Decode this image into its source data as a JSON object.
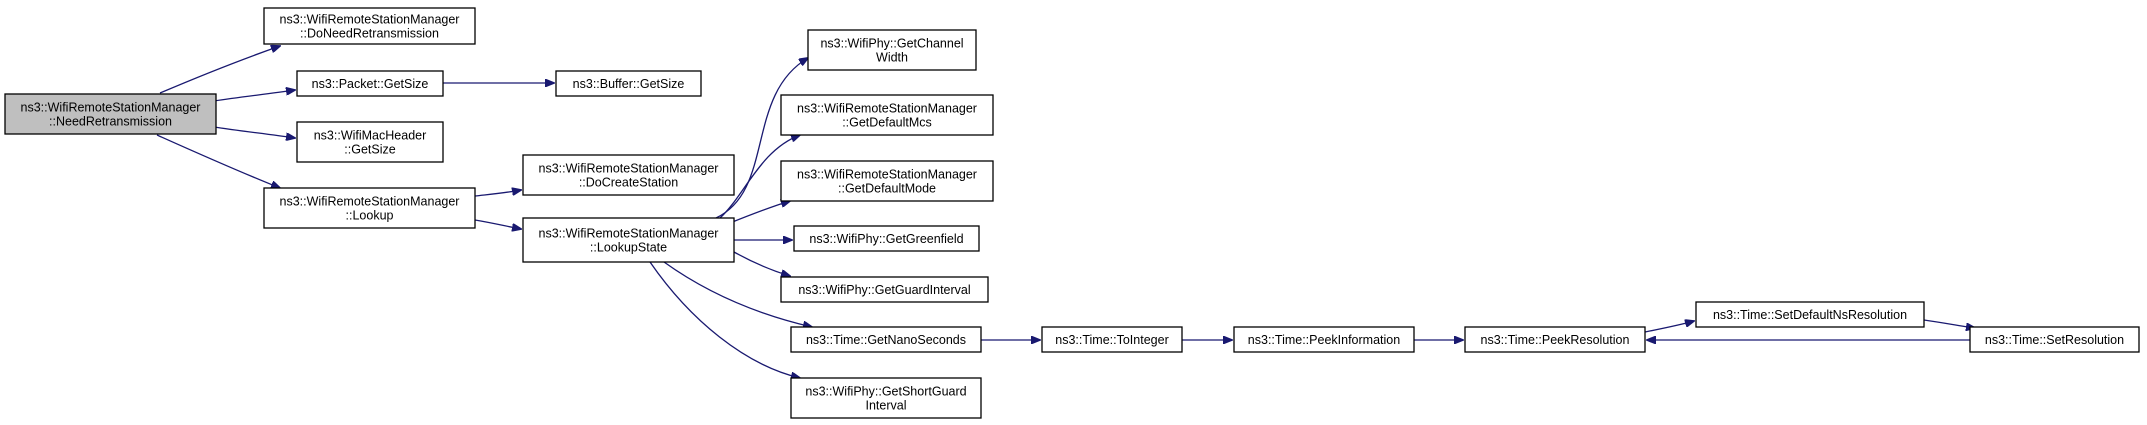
{
  "graph": {
    "nodes": [
      {
        "id": "root",
        "lines": [
          "ns3::WifiRemoteStationManager",
          "::NeedRetransmission"
        ],
        "highlight": true
      },
      {
        "id": "doNeedRetx",
        "lines": [
          "ns3::WifiRemoteStationManager",
          "::DoNeedRetransmission"
        ]
      },
      {
        "id": "packetGetSize",
        "lines": [
          "ns3::Packet::GetSize"
        ]
      },
      {
        "id": "bufferGetSize",
        "lines": [
          "ns3::Buffer::GetSize"
        ]
      },
      {
        "id": "macHeaderGetSize",
        "lines": [
          "ns3::WifiMacHeader",
          "::GetSize"
        ]
      },
      {
        "id": "lookup",
        "lines": [
          "ns3::WifiRemoteStationManager",
          "::Lookup"
        ]
      },
      {
        "id": "doCreateStation",
        "lines": [
          "ns3::WifiRemoteStationManager",
          "::DoCreateStation"
        ]
      },
      {
        "id": "lookupState",
        "lines": [
          "ns3::WifiRemoteStationManager",
          "::LookupState"
        ]
      },
      {
        "id": "getChannelWidth",
        "lines": [
          "ns3::WifiPhy::GetChannel",
          "Width"
        ]
      },
      {
        "id": "getDefaultMcs",
        "lines": [
          "ns3::WifiRemoteStationManager",
          "::GetDefaultMcs"
        ]
      },
      {
        "id": "getDefaultMode",
        "lines": [
          "ns3::WifiRemoteStationManager",
          "::GetDefaultMode"
        ]
      },
      {
        "id": "getGreenfield",
        "lines": [
          "ns3::WifiPhy::GetGreenfield"
        ]
      },
      {
        "id": "getGuardInterval",
        "lines": [
          "ns3::WifiPhy::GetGuardInterval"
        ]
      },
      {
        "id": "getNanoSeconds",
        "lines": [
          "ns3::Time::GetNanoSeconds"
        ]
      },
      {
        "id": "getShortGuard",
        "lines": [
          "ns3::WifiPhy::GetShortGuard",
          "Interval"
        ]
      },
      {
        "id": "toInteger",
        "lines": [
          "ns3::Time::ToInteger"
        ]
      },
      {
        "id": "peekInformation",
        "lines": [
          "ns3::Time::PeekInformation"
        ]
      },
      {
        "id": "peekResolution",
        "lines": [
          "ns3::Time::PeekResolution"
        ]
      },
      {
        "id": "setDefaultNsResolution",
        "lines": [
          "ns3::Time::SetDefaultNsResolution"
        ]
      },
      {
        "id": "setResolution",
        "lines": [
          "ns3::Time::SetResolution"
        ]
      }
    ],
    "edges": [
      {
        "from": "root",
        "to": "doNeedRetx"
      },
      {
        "from": "root",
        "to": "packetGetSize"
      },
      {
        "from": "root",
        "to": "macHeaderGetSize"
      },
      {
        "from": "root",
        "to": "lookup"
      },
      {
        "from": "packetGetSize",
        "to": "bufferGetSize"
      },
      {
        "from": "lookup",
        "to": "doCreateStation"
      },
      {
        "from": "lookup",
        "to": "lookupState"
      },
      {
        "from": "lookupState",
        "to": "getChannelWidth"
      },
      {
        "from": "lookupState",
        "to": "getDefaultMcs"
      },
      {
        "from": "lookupState",
        "to": "getDefaultMode"
      },
      {
        "from": "lookupState",
        "to": "getGreenfield"
      },
      {
        "from": "lookupState",
        "to": "getGuardInterval"
      },
      {
        "from": "lookupState",
        "to": "getNanoSeconds"
      },
      {
        "from": "lookupState",
        "to": "getShortGuard"
      },
      {
        "from": "getNanoSeconds",
        "to": "toInteger"
      },
      {
        "from": "toInteger",
        "to": "peekInformation"
      },
      {
        "from": "peekInformation",
        "to": "peekResolution"
      },
      {
        "from": "peekResolution",
        "to": "setDefaultNsResolution"
      },
      {
        "from": "setDefaultNsResolution",
        "to": "setResolution"
      },
      {
        "from": "setResolution",
        "to": "peekResolution"
      }
    ],
    "colors": {
      "edge": "#191970",
      "node_fill": "#ffffff",
      "root_fill": "#bfbfbf",
      "border": "#000000"
    }
  }
}
